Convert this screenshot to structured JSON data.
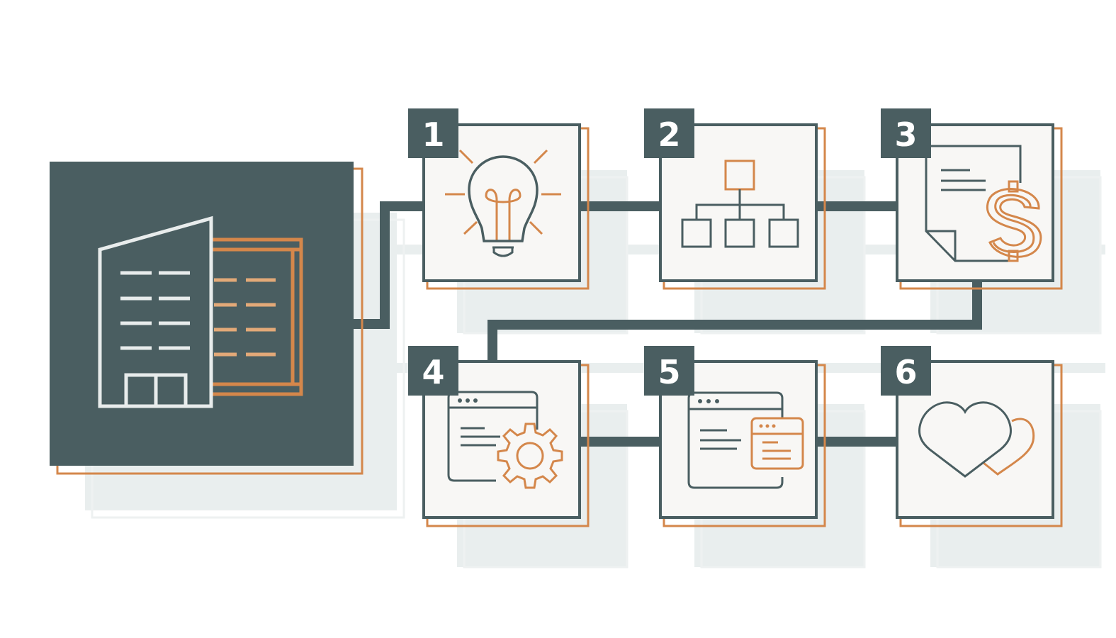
{
  "palette": {
    "dark": "#4a5e61",
    "accent": "#d4874b",
    "light_fill": "#f8f7f5",
    "ghost": "#e9eeee",
    "building_outline": "#e8ecec",
    "building_stripe": "#e3a978",
    "number_text": "#ffffff"
  },
  "hub": {
    "icon": "office-building-icon"
  },
  "steps": [
    {
      "number": "1",
      "icon": "lightbulb-idea-icon"
    },
    {
      "number": "2",
      "icon": "org-chart-icon"
    },
    {
      "number": "3",
      "icon": "invoice-dollar-icon"
    },
    {
      "number": "4",
      "icon": "browser-gear-icon"
    },
    {
      "number": "5",
      "icon": "browser-windows-icon"
    },
    {
      "number": "6",
      "icon": "hearts-icon"
    }
  ]
}
